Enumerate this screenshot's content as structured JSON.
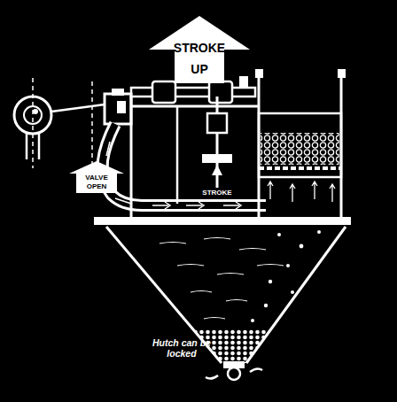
{
  "diagram": {
    "nodes": [
      {
        "text": [
          "STROKE UP"
        ]
      },
      {
        "text": [
          "VALVE OPEN"
        ]
      }
    ],
    "labels": [
      "STROKE",
      "Hutch can be locked"
    ]
  }
}
